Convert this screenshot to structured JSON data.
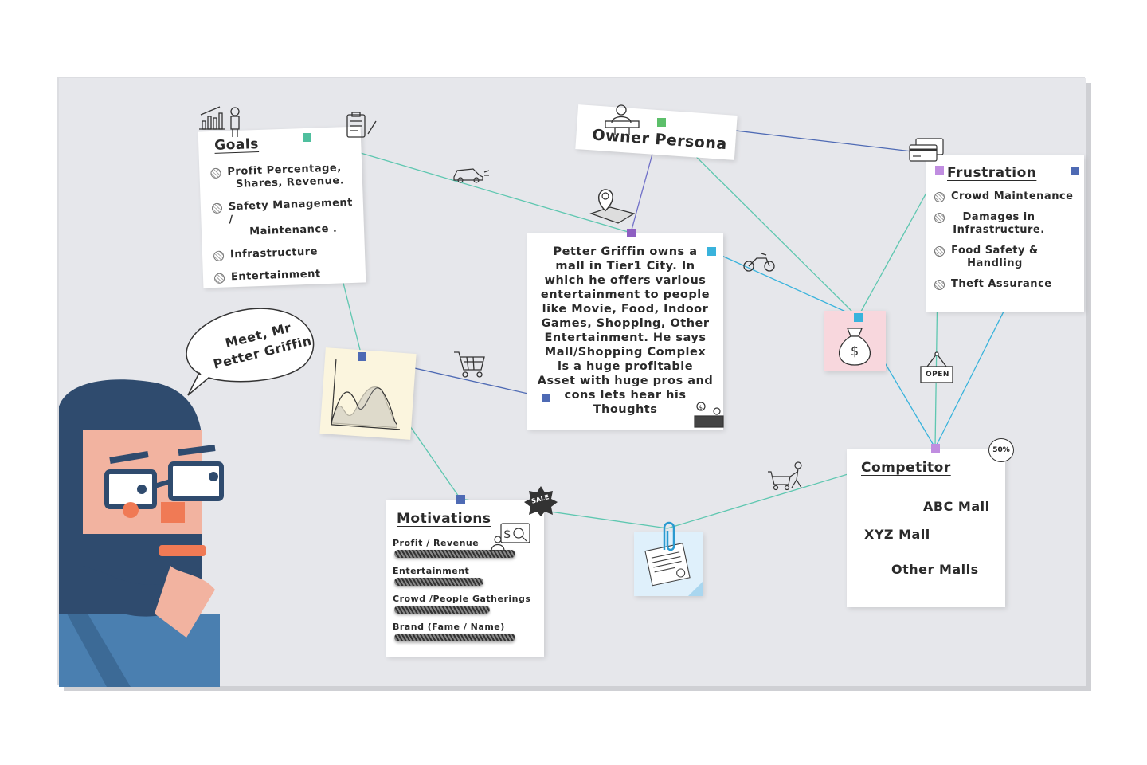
{
  "bubble": {
    "line1": "Meet, Mr",
    "line2": "Petter Griffin"
  },
  "owner": {
    "title": "Owner Persona"
  },
  "goals": {
    "title": "Goals",
    "items": [
      {
        "line1": "Profit Percentage,",
        "line2": "Shares, Revenue."
      },
      {
        "line1": "Safety Management /",
        "line2": "Maintenance ."
      },
      {
        "line1": "Infrastructure",
        "line2": ""
      },
      {
        "line1": "Entertainment",
        "line2": ""
      }
    ]
  },
  "description": {
    "lines": [
      "Petter Griffin owns a",
      "mall in Tier1 City. In",
      "which he offers various",
      "entertainment to people",
      "like Movie, Food, Indoor",
      "Games, Shopping, Other",
      "Entertainment. He says",
      "Mall/Shopping Complex",
      "is a huge profitable",
      "Asset with huge pros and",
      "cons lets hear his",
      "Thoughts"
    ]
  },
  "frustration": {
    "title": "Frustration",
    "items": [
      {
        "line1": "Crowd Maintenance",
        "line2": ""
      },
      {
        "line1": "Damages in",
        "line2": "Infrastructure."
      },
      {
        "line1": "Food Safety &",
        "line2": "Handling"
      },
      {
        "line1": "Theft Assurance",
        "line2": ""
      }
    ]
  },
  "motivations": {
    "title": "Motivations",
    "items": [
      {
        "label": "Profit / Revenue",
        "level": 0.95
      },
      {
        "label": "Entertainment",
        "level": 0.7
      },
      {
        "label": "Crowd /People Gatherings",
        "level": 0.75
      },
      {
        "label": "Brand (Fame / Name)",
        "level": 0.95
      }
    ]
  },
  "competitor": {
    "title": "Competitor",
    "items": [
      "ABC Mall",
      "XYZ Mall",
      "Other Malls"
    ],
    "badge": "50%"
  },
  "badges": {
    "sale": "SALE",
    "open": "OPEN"
  },
  "colors": {
    "teal": "#5ec7b0",
    "blue": "#4e6ab4",
    "purple": "#8e5fc2",
    "green": "#5cbf6a",
    "cyan": "#39b3dc",
    "lilac": "#c08de0"
  }
}
